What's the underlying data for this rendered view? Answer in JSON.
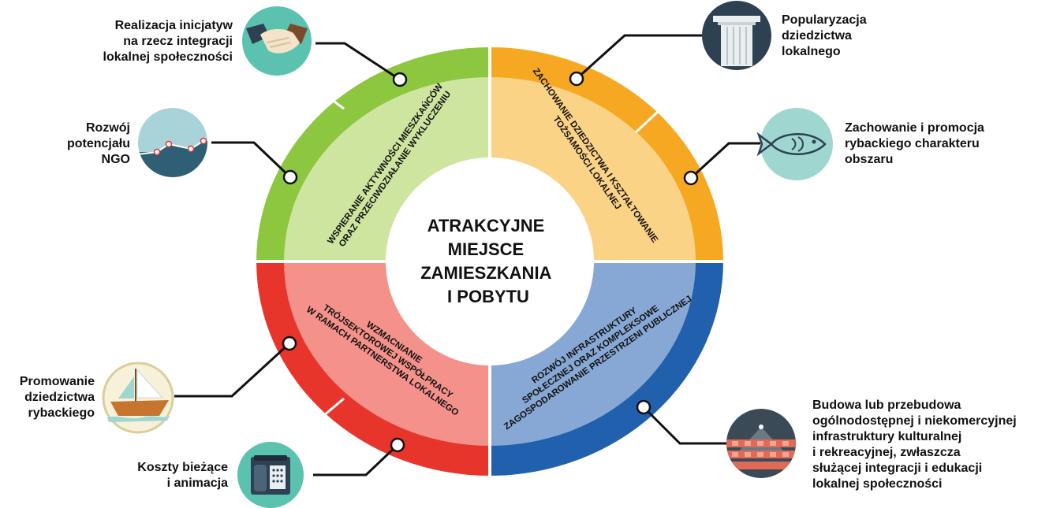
{
  "center": {
    "lines": [
      "ATRAKCYJNE",
      "MIEJSCE",
      "ZAMIESZKANIA",
      "I POBYTU"
    ]
  },
  "segments": [
    {
      "id": "top-left",
      "outer_color": "#8dc63f",
      "inner_color": "#cee5a0",
      "lines": [
        "WSPIERANIE AKTYWNOŚCI MIESZKAŃCÓW",
        "ORAZ PRZECIWDZIAŁANIE WYKLUCZENIU"
      ]
    },
    {
      "id": "top-right",
      "outer_color": "#f7a823",
      "inner_color": "#fbd386",
      "lines": [
        "ZACHOWANIE DZIEDZICTWA I KSZTAŁTOWANIE",
        "TOŻSAMOŚCI LOKALNEJ"
      ]
    },
    {
      "id": "bottom-right",
      "outer_color": "#2160ad",
      "inner_color": "#87a8d4",
      "lines": [
        "ROZWÓJ INFRASTRUKTURY",
        "SPOŁECZNEJ ORAZ KOMPLEKSOWE",
        "ZAGOSPODAROWANIE PRZESTRZENI PUBLICZNEJ"
      ]
    },
    {
      "id": "bottom-left",
      "outer_color": "#e8352c",
      "inner_color": "#f4918b",
      "lines": [
        "WZMACNIANIE",
        "TRÓJSEKTOROWEJ WSPÓŁPRACY",
        "W RAMACH PARTNERSTWA LOKALNEGO"
      ]
    }
  ],
  "callouts": [
    {
      "id": "integracja",
      "icon": "handshake-icon",
      "lines": [
        "Realizacja inicjatyw",
        "na rzecz integracji",
        "lokalnej społeczności"
      ]
    },
    {
      "id": "ngo",
      "icon": "growth-chart-icon",
      "lines": [
        "Rozwój",
        "potencjału",
        "NGO"
      ]
    },
    {
      "id": "promowanie",
      "icon": "sailboat-icon",
      "lines": [
        "Promowanie",
        "dziedzictwa",
        "rybackiego"
      ]
    },
    {
      "id": "koszty",
      "icon": "telephone-icon",
      "lines": [
        "Koszty bieżące",
        "i animacja"
      ]
    },
    {
      "id": "popularyzacja",
      "icon": "column-icon",
      "lines": [
        "Popularyzacja",
        "dziedzictwa",
        "lokalnego"
      ]
    },
    {
      "id": "rybacki",
      "icon": "fish-icon",
      "lines": [
        "Zachowanie i promocja",
        "rybackiego charakteru",
        "obszaru"
      ]
    },
    {
      "id": "infrastruktura",
      "icon": "amphitheater-icon",
      "lines": [
        "Budowa lub przebudowa",
        "ogólnodostępnej i niekomercyjnej",
        "infrastruktury kulturalnej",
        "i rekreacyjnej, zwłaszcza",
        "służącej integracji i edukacji",
        "lokalnej społeczności"
      ]
    }
  ],
  "colors": {
    "connector": "#111111",
    "icon_teal": "#5cc2b0",
    "icon_navy": "#2e4152",
    "icon_light_teal": "#9fd6d0"
  }
}
